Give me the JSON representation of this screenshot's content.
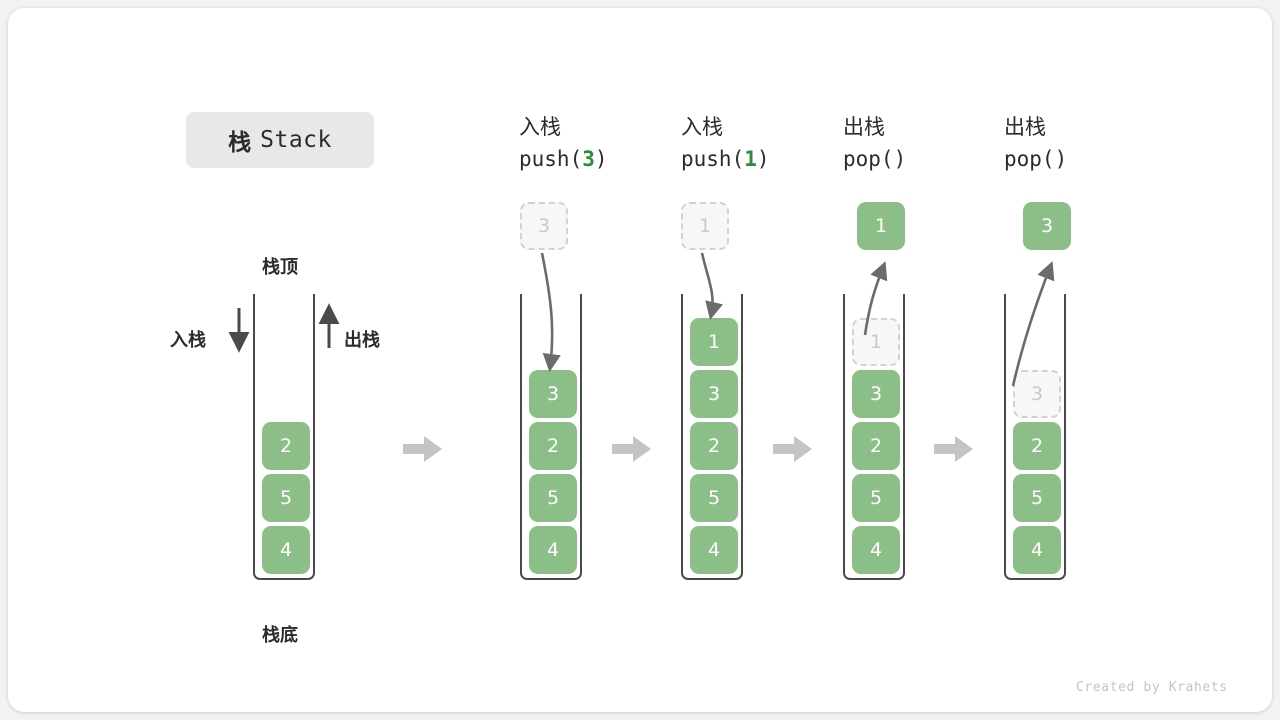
{
  "title": {
    "cn": "栈",
    "en": "Stack"
  },
  "labels": {
    "top": "栈顶",
    "bottom": "栈底",
    "push_side": "入栈",
    "pop_side": "出栈"
  },
  "footer": "Created by Krahets",
  "colors": {
    "element_fill": "#8cbf87",
    "element_text": "#ffffff",
    "ghost_fill": "#f7f7f7",
    "ghost_border": "#d2d2d2",
    "ghost_text": "#c9c9c9",
    "accent_green": "#2f8b3c",
    "container_border": "#4a4a4a",
    "arrow_gray": "#c4c4c4",
    "curve_gray": "#6b6b6b",
    "pill_bg": "#e8e8e8"
  },
  "steps": [
    {
      "id": "initial",
      "heading_cn": "",
      "heading_code": "",
      "stack": [
        "2",
        "5",
        "4"
      ],
      "floating": null
    },
    {
      "id": "push-3",
      "heading_cn": "入栈",
      "code_prefix": "push(",
      "code_arg": "3",
      "code_suffix": ")",
      "stack": [
        "3",
        "2",
        "5",
        "4"
      ],
      "floating": {
        "value": "3",
        "style": "ghost",
        "direction": "in"
      }
    },
    {
      "id": "push-1",
      "heading_cn": "入栈",
      "code_prefix": "push(",
      "code_arg": "1",
      "code_suffix": ")",
      "stack": [
        "1",
        "3",
        "2",
        "5",
        "4"
      ],
      "floating": {
        "value": "1",
        "style": "ghost",
        "direction": "in"
      }
    },
    {
      "id": "pop-1",
      "heading_cn": "出栈",
      "code_prefix": "pop(",
      "code_arg": "",
      "code_suffix": ")",
      "stack": [
        "1",
        "3",
        "2",
        "5",
        "4"
      ],
      "ghost_index": 0,
      "floating": {
        "value": "1",
        "style": "filled",
        "direction": "out"
      }
    },
    {
      "id": "pop-3",
      "heading_cn": "出栈",
      "code_prefix": "pop(",
      "code_arg": "",
      "code_suffix": ")",
      "stack": [
        "3",
        "2",
        "5",
        "4"
      ],
      "ghost_index": 0,
      "floating": {
        "value": "3",
        "style": "filled",
        "direction": "out"
      }
    }
  ],
  "separators": [
    "arrow-right-icon",
    "arrow-right-icon",
    "arrow-right-icon",
    "arrow-right-icon"
  ]
}
